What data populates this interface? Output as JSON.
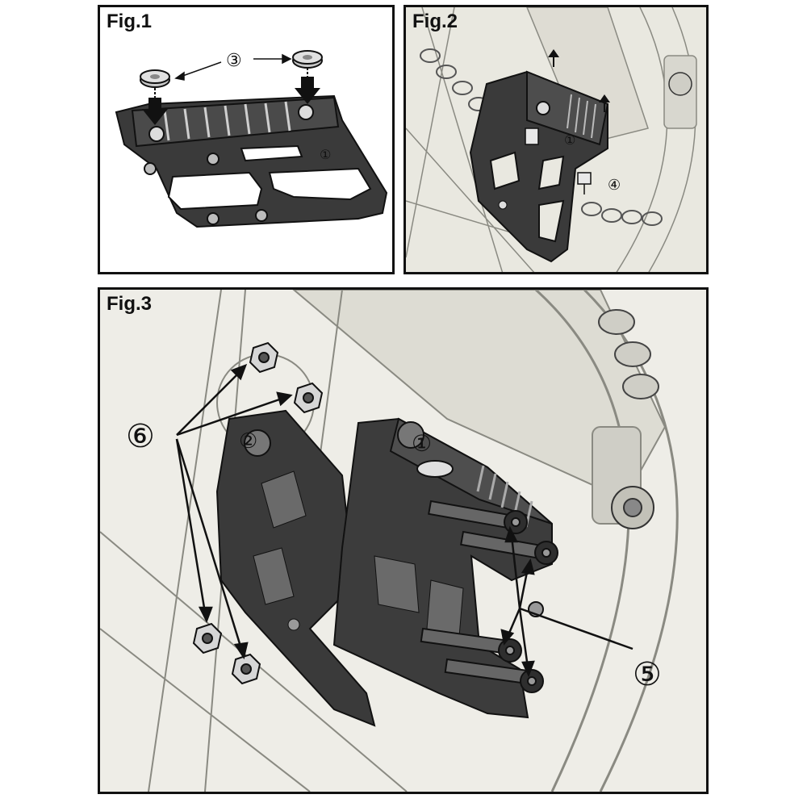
{
  "figures": [
    {
      "label": "Fig.1",
      "callouts": [
        "③",
        "①"
      ]
    },
    {
      "label": "Fig.2",
      "callouts": [
        "①",
        "④"
      ]
    },
    {
      "label": "Fig.3",
      "callouts": [
        "⑥",
        "②",
        "①",
        "⑤"
      ]
    }
  ],
  "colors": {
    "part": "#3a3a3a",
    "line": "#111111",
    "sketch": "#8a8a82",
    "background": "#eeede7"
  }
}
